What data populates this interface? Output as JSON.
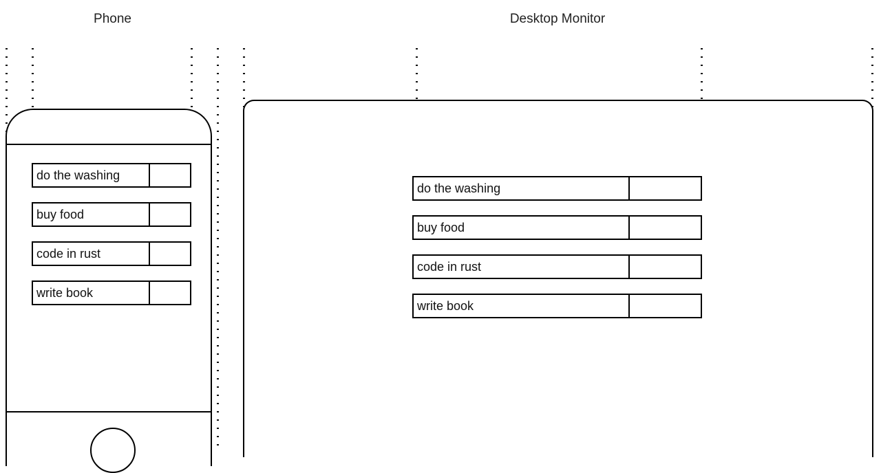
{
  "devices": {
    "phone": {
      "title": "Phone",
      "home_button": "home-button"
    },
    "desktop": {
      "title": "Desktop Monitor"
    }
  },
  "todos": [
    {
      "label": "do the washing",
      "action": ""
    },
    {
      "label": "buy food",
      "action": ""
    },
    {
      "label": "code in rust",
      "action": ""
    },
    {
      "label": "write book",
      "action": ""
    }
  ],
  "colors": {
    "stroke": "#000000",
    "background": "#ffffff",
    "text": "#111111",
    "guide": "#111111"
  },
  "guides": {
    "orientation": "vertical",
    "style": "dotted",
    "x_positions": [
      8,
      46,
      277,
      315,
      353,
      604,
      1018,
      1266
    ]
  }
}
